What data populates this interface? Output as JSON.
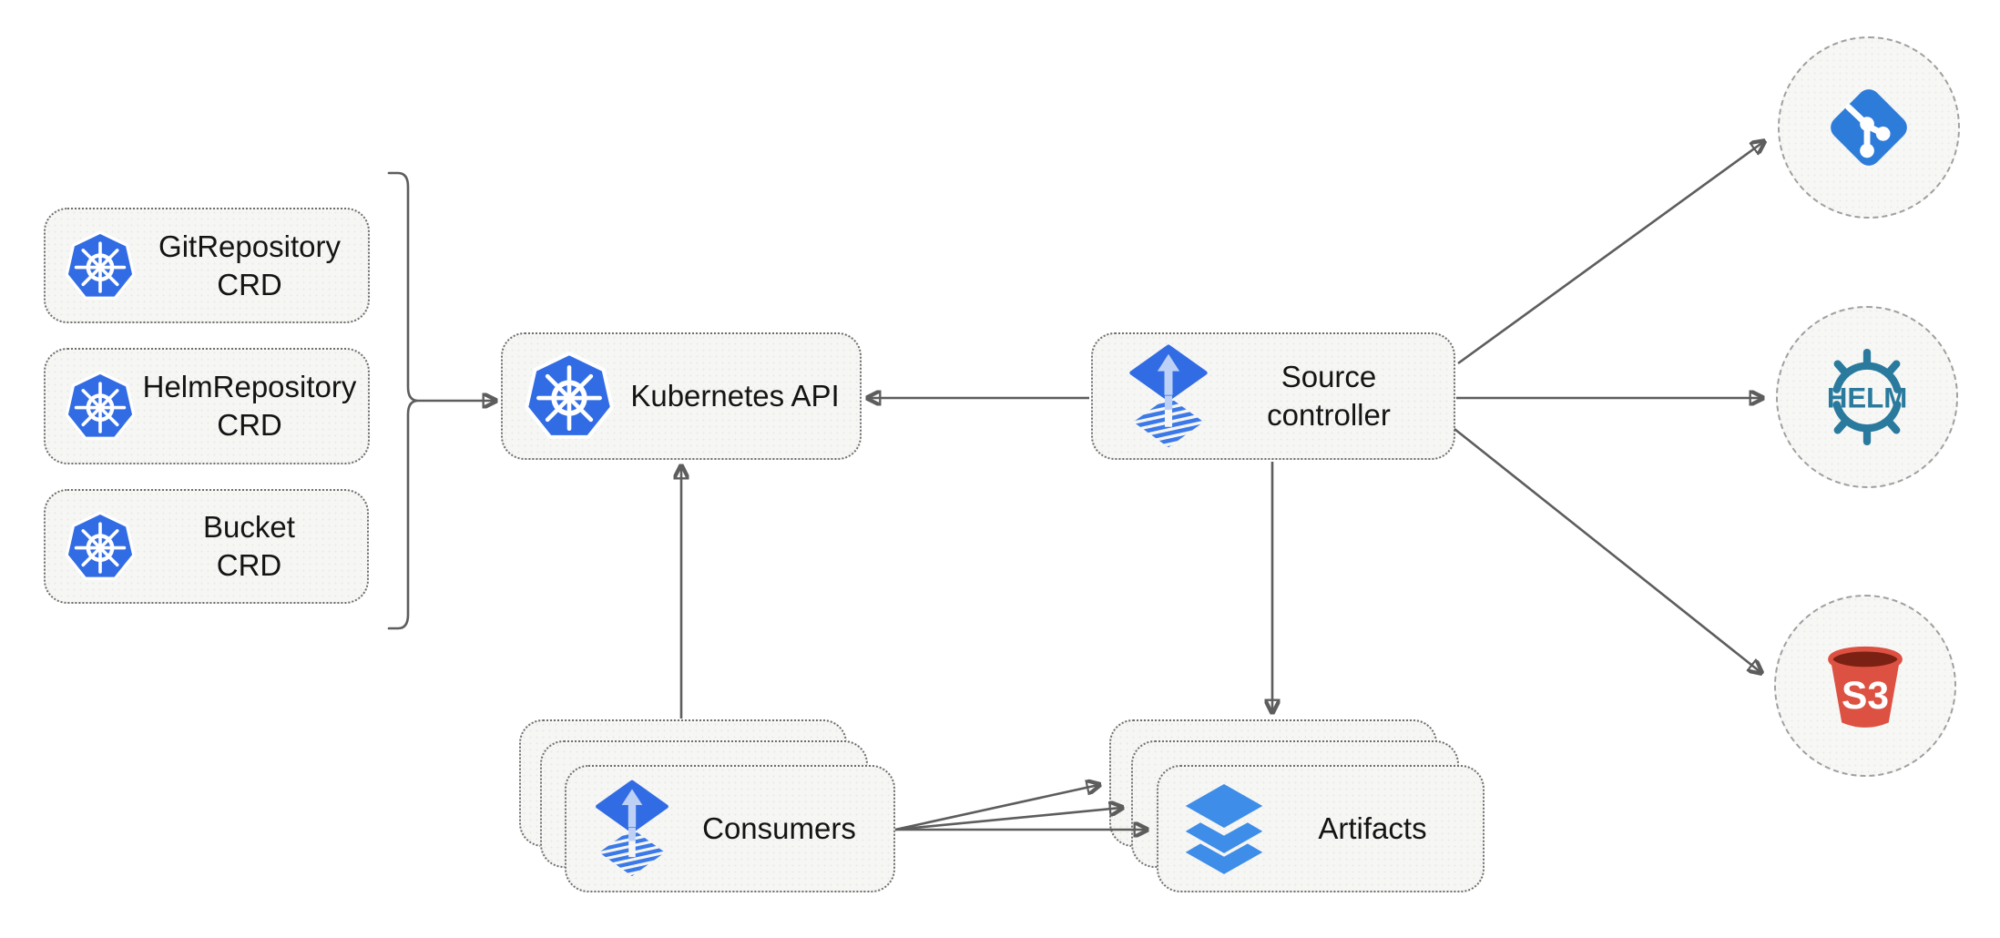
{
  "diagram": {
    "nodes": {
      "crds": [
        {
          "id": "gitrepository-crd",
          "line1": "GitRepository",
          "line2": "CRD",
          "icon": "kubernetes-icon"
        },
        {
          "id": "helmrepository-crd",
          "line1": "HelmRepository",
          "line2": "CRD",
          "icon": "kubernetes-icon"
        },
        {
          "id": "bucket-crd",
          "line1": "Bucket",
          "line2": "CRD",
          "icon": "kubernetes-icon"
        }
      ],
      "kubernetes_api": {
        "label": "Kubernetes API",
        "icon": "kubernetes-icon"
      },
      "source_controller": {
        "line1": "Source",
        "line2": "controller",
        "icon": "flux-icon"
      },
      "consumers": {
        "label": "Consumers",
        "icon": "flux-icon",
        "stacked": 3
      },
      "artifacts": {
        "label": "Artifacts",
        "icon": "layers-icon",
        "stacked": 3
      },
      "endpoints": [
        {
          "id": "git",
          "icon": "git-icon"
        },
        {
          "id": "helm",
          "icon": "helm-icon",
          "label": "HELM"
        },
        {
          "id": "s3",
          "icon": "s3-icon",
          "label": "S3"
        }
      ]
    },
    "edges": [
      {
        "from": "crd-bracket",
        "to": "kubernetes_api"
      },
      {
        "from": "source_controller",
        "to": "kubernetes_api"
      },
      {
        "from": "consumers",
        "to": "kubernetes_api"
      },
      {
        "from": "source_controller",
        "to": "artifacts"
      },
      {
        "from": "source_controller",
        "to": "git"
      },
      {
        "from": "source_controller",
        "to": "helm"
      },
      {
        "from": "source_controller",
        "to": "s3"
      },
      {
        "from": "consumers",
        "to": "artifacts",
        "count": 3
      }
    ],
    "colors": {
      "kubernetes_blue": "#326ce5",
      "flux_blue": "#316ce4",
      "flux_arrow_light": "#bdd0f5",
      "flux_stripe_blue": "#3b79e9",
      "git_blue": "#2e7cda",
      "helm_teal": "#2a7a9e",
      "s3_red": "#dc5142",
      "s3_dark_red": "#7b2113",
      "layers_blue": "#3d8de9",
      "edge_gray": "#5d5d5d",
      "node_fill": "#f6f6f4",
      "node_border": "#6e6e6e",
      "circle_border": "#a0a0a0",
      "label_color": "#141414"
    }
  }
}
